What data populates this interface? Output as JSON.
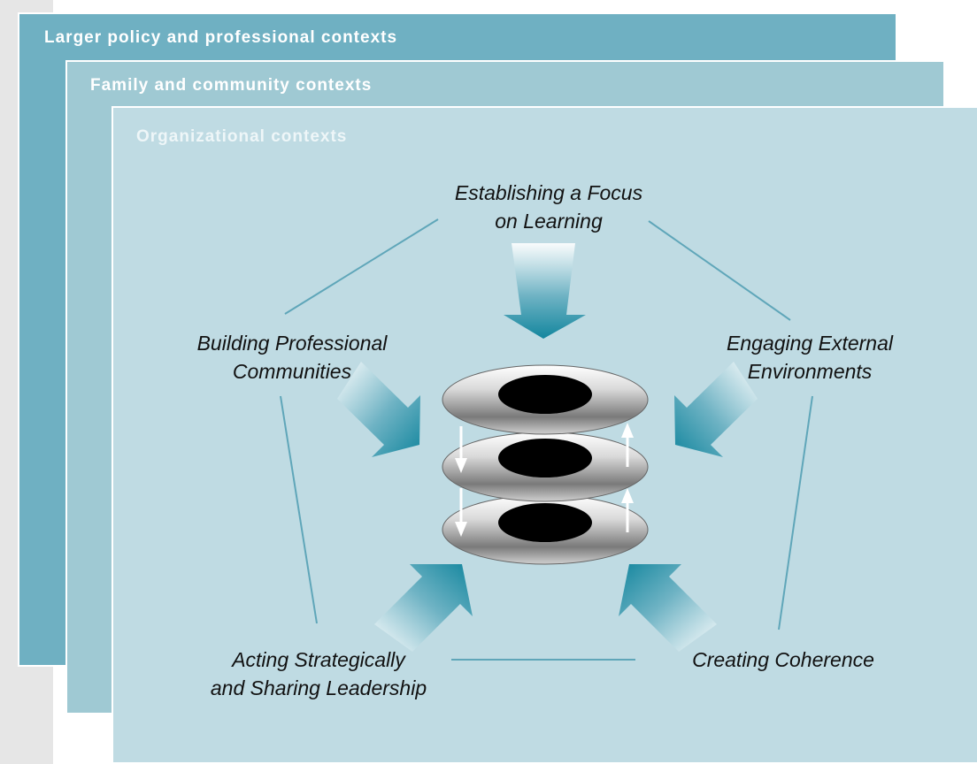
{
  "contexts": {
    "larger": "Larger policy and professional contexts",
    "family": "Family and community contexts",
    "organizational": "Organizational contexts"
  },
  "nodes": {
    "focus": [
      "Establishing a Focus",
      "on Learning"
    ],
    "building": [
      "Building Professional",
      "Communities"
    ],
    "engaging": [
      "Engaging External",
      "Environments"
    ],
    "acting": [
      "Acting Strategically",
      "and Sharing Leadership"
    ],
    "coherence": [
      "Creating Coherence"
    ]
  },
  "colors": {
    "outer_panel": "#6fb0c2",
    "middle_panel": "#9fc9d3",
    "inner_panel": "#bfdbe3",
    "connector": "#5fa6b9",
    "arrow_teal": "#1a8ca3"
  }
}
